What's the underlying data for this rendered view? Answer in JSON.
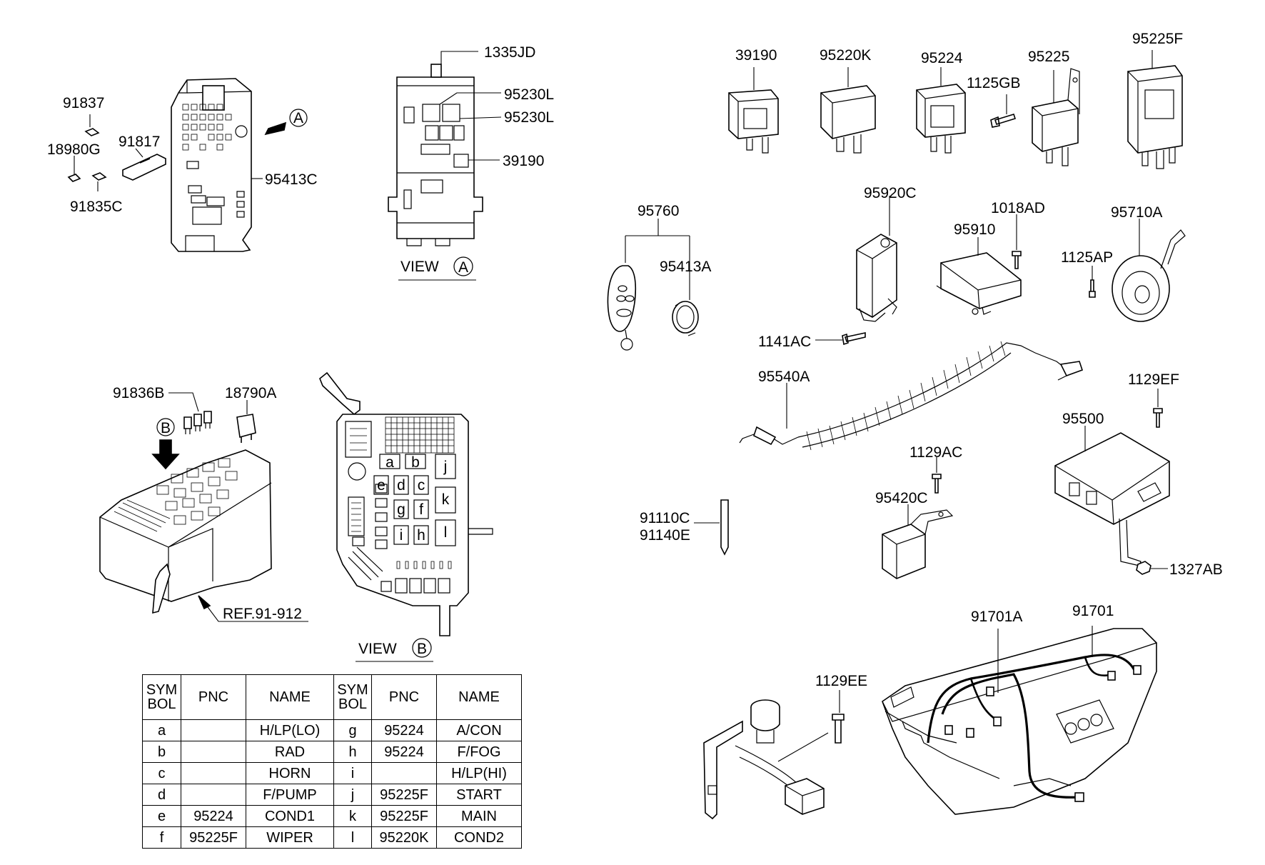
{
  "callouts": {
    "p1335JD": "1335JD",
    "p95230L_a": "95230L",
    "p95230L_b": "95230L",
    "p39190_view": "39190",
    "p91837": "91837",
    "p18980G": "18980G",
    "p91817": "91817",
    "p91835C": "91835C",
    "p95413C": "95413C",
    "p39190": "39190",
    "p95220K": "95220K",
    "p95224": "95224",
    "p1125GB": "1125GB",
    "p95225": "95225",
    "p95225F": "95225F",
    "p95760": "95760",
    "p95413A": "95413A",
    "p95920C": "95920C",
    "p1018AD": "1018AD",
    "p95910": "95910",
    "p95710A": "95710A",
    "p1125AP": "1125AP",
    "p1141AC": "1141AC",
    "p95540A": "95540A",
    "p1129EF": "1129EF",
    "p95500": "95500",
    "p1129AC": "1129AC",
    "p95420C": "95420C",
    "p91110C": "91110C",
    "p91140E": "91140E",
    "p1327AB": "1327AB",
    "p91836B": "91836B",
    "p18790A": "18790A",
    "ref": "REF.91-912",
    "p91701A": "91701A",
    "p91701": "91701",
    "p1129EE": "1129EE"
  },
  "views": {
    "view_a_word": "VIEW",
    "view_a_letter": "A",
    "view_b_word": "VIEW",
    "view_b_letter": "B",
    "marker_a": "A",
    "marker_b": "B"
  },
  "fuse_slots": [
    "a",
    "b",
    "j",
    "e",
    "d",
    "c",
    "k",
    "g",
    "f",
    "i",
    "h",
    "l"
  ],
  "table": {
    "headers": [
      "SYM BOL",
      "PNC",
      "NAME",
      "SYM BOL",
      "PNC",
      "NAME"
    ],
    "rows": [
      [
        "a",
        "",
        "H/LP(LO)",
        "g",
        "95224",
        "A/CON"
      ],
      [
        "b",
        "",
        "RAD",
        "h",
        "95224",
        "F/FOG"
      ],
      [
        "c",
        "",
        "HORN",
        "i",
        "",
        "H/LP(HI)"
      ],
      [
        "d",
        "",
        "F/PUMP",
        "j",
        "95225F",
        "START"
      ],
      [
        "e",
        "95224",
        "COND1",
        "k",
        "95225F",
        "MAIN"
      ],
      [
        "f",
        "95225F",
        "WIPER",
        "l",
        "95220K",
        "COND2"
      ]
    ]
  }
}
